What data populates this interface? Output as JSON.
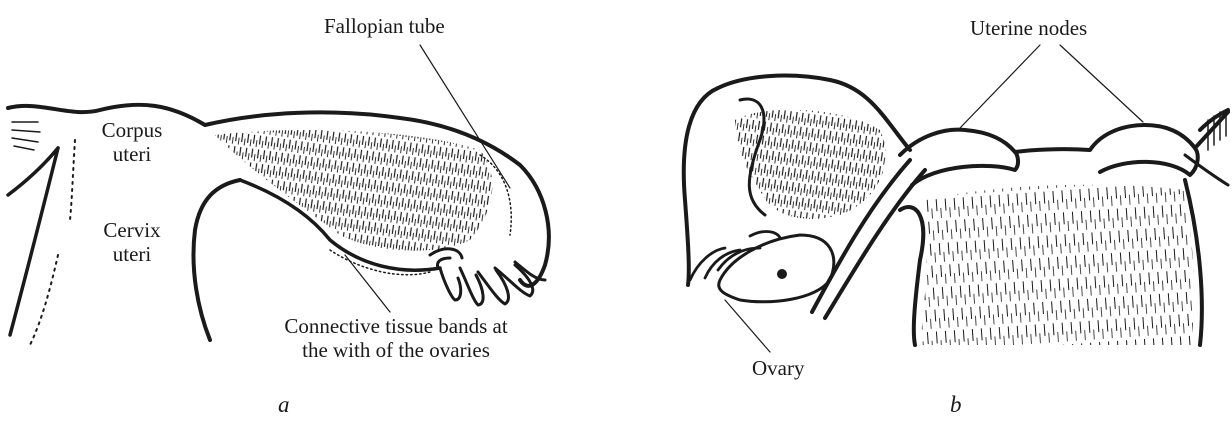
{
  "panels": [
    {
      "letter": "a",
      "labels": {
        "fallopian_tube": "Fallopian tube",
        "corpus_uteri_line1": "Corpus",
        "corpus_uteri_line2": "uteri",
        "cervix_uteri_line1": "Cervix",
        "cervix_uteri_line2": "uteri",
        "connective_line1": "Connective tissue bands at",
        "connective_line2": "the with of the ovaries"
      }
    },
    {
      "letter": "b",
      "labels": {
        "uterine_nodes": "Uterine  nodes",
        "ovary": "Ovary"
      }
    }
  ],
  "style": {
    "ink": "#1a1a1a",
    "background": "#ffffff"
  }
}
